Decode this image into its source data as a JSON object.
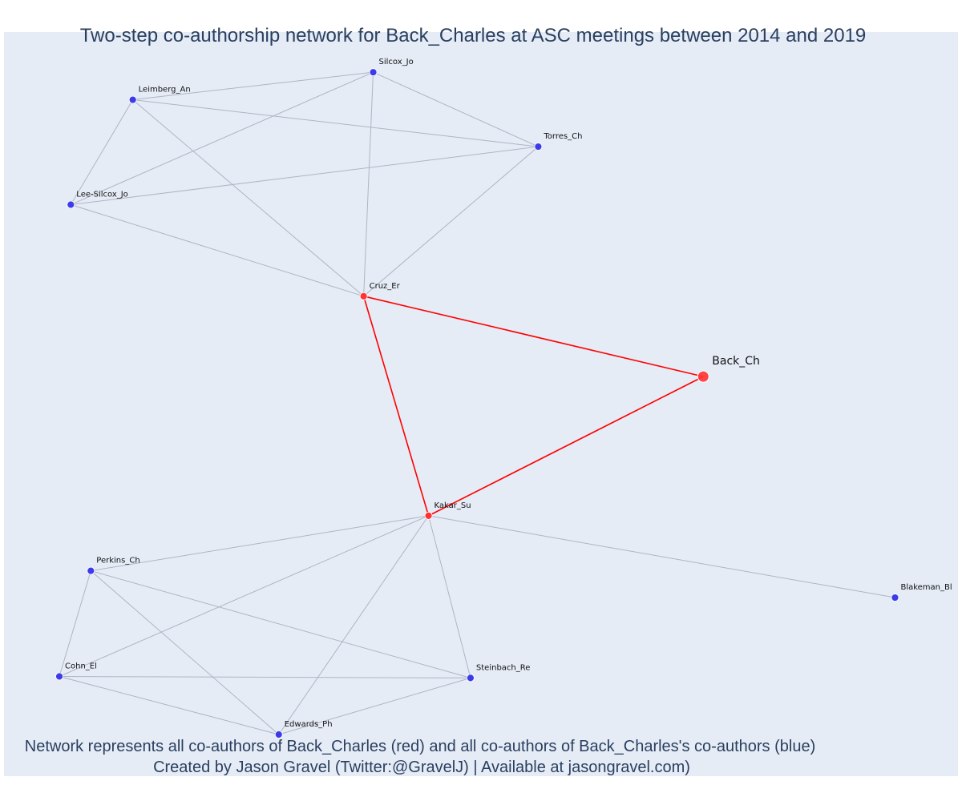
{
  "title": "Two-step co-authorship network for Back_Charles at ASC meetings between 2014 and 2019",
  "footnote": {
    "line1": "Network represents all co-authors of Back_Charles (red) and all co-authors of Back_Charles's co-authors (blue)",
    "line2": "Created by Jason Gravel (Twitter:@GravelJ) | Available at jasongravel.com)"
  },
  "colors": {
    "background": "#e5ecf6",
    "red_node": "#ff3333",
    "red_edge": "#ff0000",
    "blue_node": "#3b3bea",
    "gray_edge": "#b0b4c4"
  },
  "chart_data": {
    "type": "network",
    "xlim": [
      0,
      100
    ],
    "ylim": [
      0,
      100
    ],
    "nodes": [
      {
        "id": "Back_Ch",
        "label": "Back_Ch",
        "group": "ego",
        "x": 73.3,
        "y": 53.7
      },
      {
        "id": "Cruz_Er",
        "label": "Cruz_Er",
        "group": "coauthor",
        "x": 37.7,
        "y": 64.5
      },
      {
        "id": "Kakar_Su",
        "label": "Kakar_Su",
        "group": "coauthor",
        "x": 44.5,
        "y": 35.0
      },
      {
        "id": "Silcox_Jo",
        "label": "Silcox_Jo",
        "group": "second",
        "x": 38.7,
        "y": 94.6
      },
      {
        "id": "Leimberg_An",
        "label": "Leimberg_An",
        "group": "second",
        "x": 13.5,
        "y": 90.9
      },
      {
        "id": "Torres_Ch",
        "label": "Torres_Ch",
        "group": "second",
        "x": 56.0,
        "y": 84.6
      },
      {
        "id": "Lee-Silcox_Jo",
        "label": "Lee-Silcox_Jo",
        "group": "second",
        "x": 7.0,
        "y": 76.8
      },
      {
        "id": "Perkins_Ch",
        "label": "Perkins_Ch",
        "group": "second",
        "x": 9.1,
        "y": 27.6
      },
      {
        "id": "Cohn_El",
        "label": "Cohn_El",
        "group": "second",
        "x": 5.8,
        "y": 13.4
      },
      {
        "id": "Edwards_Ph",
        "label": "Edwards_Ph",
        "group": "second",
        "x": 28.8,
        "y": 5.6
      },
      {
        "id": "Steinbach_Re",
        "label": "Steinbach_Re",
        "group": "second",
        "x": 48.9,
        "y": 13.2
      },
      {
        "id": "Blakeman_Bl",
        "label": "Blakeman_Bl",
        "group": "second",
        "x": 93.4,
        "y": 24.0
      }
    ],
    "edges": [
      {
        "source": "Back_Ch",
        "target": "Cruz_Er",
        "type": "ego"
      },
      {
        "source": "Back_Ch",
        "target": "Kakar_Su",
        "type": "ego"
      },
      {
        "source": "Cruz_Er",
        "target": "Kakar_Su",
        "type": "ego"
      },
      {
        "source": "Silcox_Jo",
        "target": "Leimberg_An",
        "type": "other"
      },
      {
        "source": "Silcox_Jo",
        "target": "Torres_Ch",
        "type": "other"
      },
      {
        "source": "Silcox_Jo",
        "target": "Lee-Silcox_Jo",
        "type": "other"
      },
      {
        "source": "Silcox_Jo",
        "target": "Cruz_Er",
        "type": "other"
      },
      {
        "source": "Leimberg_An",
        "target": "Torres_Ch",
        "type": "other"
      },
      {
        "source": "Leimberg_An",
        "target": "Lee-Silcox_Jo",
        "type": "other"
      },
      {
        "source": "Leimberg_An",
        "target": "Cruz_Er",
        "type": "other"
      },
      {
        "source": "Torres_Ch",
        "target": "Lee-Silcox_Jo",
        "type": "other"
      },
      {
        "source": "Torres_Ch",
        "target": "Cruz_Er",
        "type": "other"
      },
      {
        "source": "Lee-Silcox_Jo",
        "target": "Cruz_Er",
        "type": "other"
      },
      {
        "source": "Kakar_Su",
        "target": "Perkins_Ch",
        "type": "other"
      },
      {
        "source": "Kakar_Su",
        "target": "Cohn_El",
        "type": "other"
      },
      {
        "source": "Kakar_Su",
        "target": "Edwards_Ph",
        "type": "other"
      },
      {
        "source": "Kakar_Su",
        "target": "Steinbach_Re",
        "type": "other"
      },
      {
        "source": "Kakar_Su",
        "target": "Blakeman_Bl",
        "type": "other"
      },
      {
        "source": "Perkins_Ch",
        "target": "Cohn_El",
        "type": "other"
      },
      {
        "source": "Perkins_Ch",
        "target": "Edwards_Ph",
        "type": "other"
      },
      {
        "source": "Perkins_Ch",
        "target": "Steinbach_Re",
        "type": "other"
      },
      {
        "source": "Cohn_El",
        "target": "Edwards_Ph",
        "type": "other"
      },
      {
        "source": "Cohn_El",
        "target": "Steinbach_Re",
        "type": "other"
      },
      {
        "source": "Edwards_Ph",
        "target": "Steinbach_Re",
        "type": "other"
      }
    ]
  }
}
